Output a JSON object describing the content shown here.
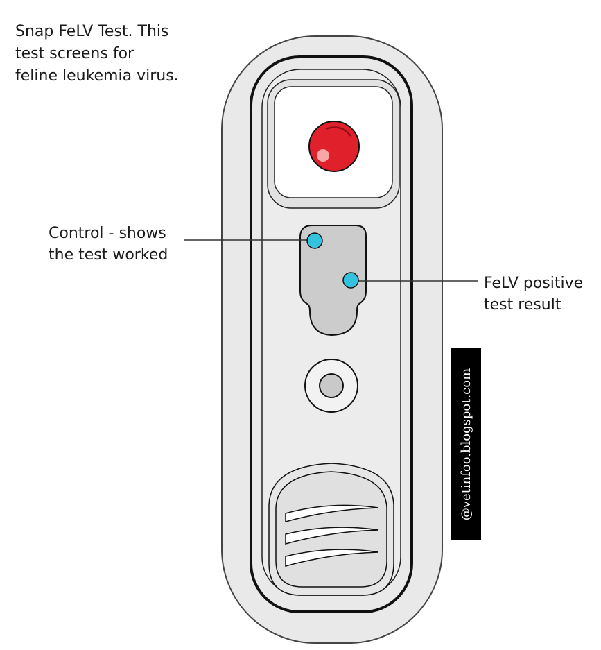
{
  "caption": {
    "lines": [
      "Snap FeLV Test. This",
      "test screens for",
      "feline leukemia virus."
    ]
  },
  "labels": {
    "control": {
      "lines": [
        "Control - shows",
        "the test worked"
      ]
    },
    "positive": {
      "lines": [
        "FeLV positive",
        "test result"
      ]
    }
  },
  "watermark": {
    "text": "@vetinfoo.blogspot.com"
  },
  "colors": {
    "device_body": "#e9e9e9",
    "device_outline": "#111111",
    "sample_well_red": "#e0202a",
    "result_window": "#cccccc",
    "indicator_dot": "#34c3df",
    "text": "#1a1a1a",
    "watermark_bg": "#000000",
    "watermark_text": "#ffffff"
  },
  "icons": {
    "sample_well": "red-circle",
    "control_dot": "cyan-dot",
    "positive_dot": "cyan-dot",
    "activator_button": "ring-button"
  }
}
